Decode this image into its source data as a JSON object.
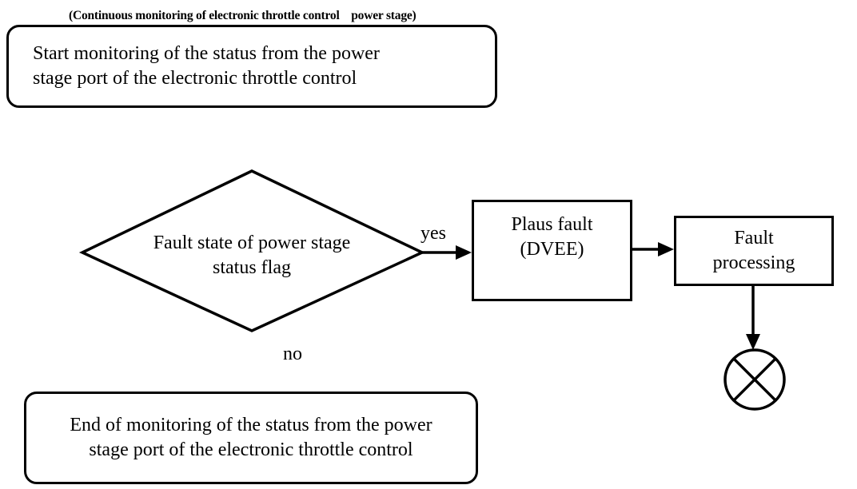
{
  "caption": "(Continuous monitoring of electronic throttle control    power stage)",
  "nodes": {
    "start": "Start monitoring of the status from the power\nstage port of the electronic throttle control",
    "decision": "Fault state of power stage\nstatus flag",
    "plaus_fault": "Plaus fault\n(DVEE)",
    "fault_processing": "Fault\nprocessing",
    "end": "End of monitoring of the status from the power\nstage port of the electronic throttle control"
  },
  "labels": {
    "yes": "yes",
    "no": "no"
  },
  "icons": {
    "terminator": "circle-x-icon"
  },
  "colors": {
    "line": "#000000",
    "background": "#ffffff",
    "text": "#000000"
  }
}
